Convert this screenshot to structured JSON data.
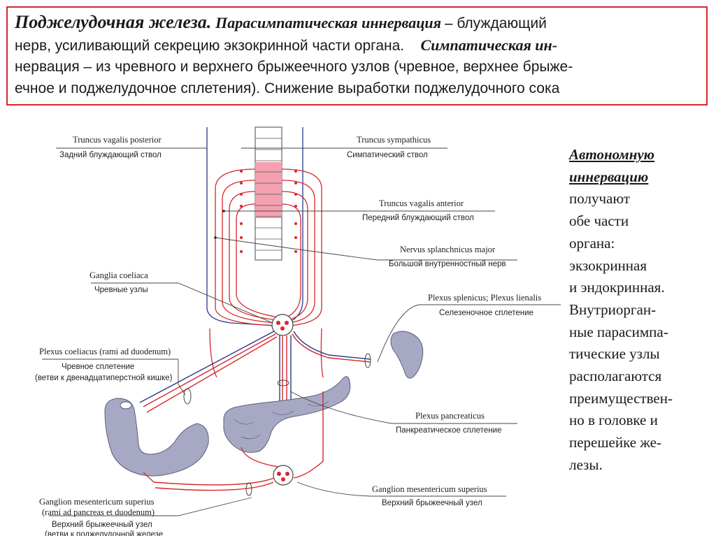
{
  "header": {
    "line1_title": "Поджелудочная железа.",
    "line1_para_label": "Парасимпатическая иннервация –",
    "line1_rest": " блуждающий",
    "line2_text": "нерв, усиливающий секрецию экзокринной части органа.",
    "line2_symp_label": "Симпатическая ин-",
    "line3_text": "нервация – из чревного и верхнего брыжеечного узлов (чревное, верхнее брыже-",
    "line4_text": "ечное и поджелудочное сплетения).  Снижение выработки поджелудочного сока"
  },
  "labels": {
    "truncus_vagalis_posterior": {
      "latin": "Truncus vagalis posterior",
      "russian": "Задний блуждающий ствол"
    },
    "truncus_sympathicus": {
      "latin": "Truncus sympathicus",
      "russian": "Симпатический ствол"
    },
    "truncus_vagalis_anterior": {
      "latin": "Truncus vagalis anterior",
      "russian": "Передний блуждающий ствол"
    },
    "nervus_splanchnicus_major": {
      "latin": "Nervus splanchnicus major",
      "russian": "Большой внутренностный нерв"
    },
    "ganglia_coeliaca": {
      "latin": "Ganglia coeliaca",
      "russian": "Чревные узлы"
    },
    "plexus_splenicus": {
      "latin": "Plexus splenicus; Plexus lienalis",
      "russian": "Селезеночное сплетение"
    },
    "plexus_coeliacus": {
      "latin": "Plexus coeliacus (rami ad duodenum)",
      "russian_line1": "Чревное сплетение",
      "russian_line2": "(ветви к двенадцатиперстной кишке)"
    },
    "plexus_pancreaticus": {
      "latin": "Plexus pancreaticus",
      "russian": "Панкреатическое сплетение"
    },
    "ganglion_mesentericum_right": {
      "latin": "Ganglion mesentericum superius",
      "russian": "Верхний брыжеечный узел"
    },
    "ganglion_mesentericum_left": {
      "latin_line1": "Ganglion mesentericum superius",
      "latin_line2": "(rami ad pancreas et duodenum)",
      "russian_line1": "Верхний брыжеечный узел",
      "russian_line2": "(ветви к поджелудочной железе"
    }
  },
  "note": {
    "line1": "Автономную",
    "line2": "иннервацию",
    "line3": "получают",
    "line4": "обе части",
    "line5": "органа:",
    "line6": "экзокринная",
    "line7": "и эндокринная.",
    "line8": "Внутриорган-",
    "line9": "ные парасимпа-",
    "line10": "тические узлы",
    "line11": "располагаются",
    "line12": "преимуществен-",
    "line13": "но в головке и",
    "line14": "перешейке же-",
    "line15": "лезы."
  },
  "colors": {
    "border": "#d8262c",
    "sympathetic_red": "#d8262c",
    "vagal_blue": "#2a3a8c",
    "organ_fill": "#a7a9c4",
    "trunk_pink": "#f4a0b0"
  }
}
